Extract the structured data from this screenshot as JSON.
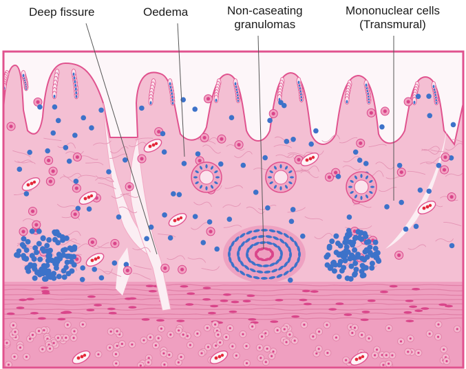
{
  "labels": {
    "deep_fissure": "Deep fissure",
    "oedema": "Oedema",
    "granulomas_line1": "Non-caseating",
    "granulomas_line2": "granulomas",
    "mononuclear_line1": "Mononuclear cells",
    "mononuclear_line2": "(Transmural)"
  },
  "colors": {
    "tissue": "#f4bfd3",
    "tissue_dark": "#ec9fbd",
    "border": "#e0528e",
    "nucleus_blue": "#3d72c9",
    "nucleus_pink": "#d9458a",
    "rbc": "#e4283a",
    "fissure": "#fbeef3"
  }
}
